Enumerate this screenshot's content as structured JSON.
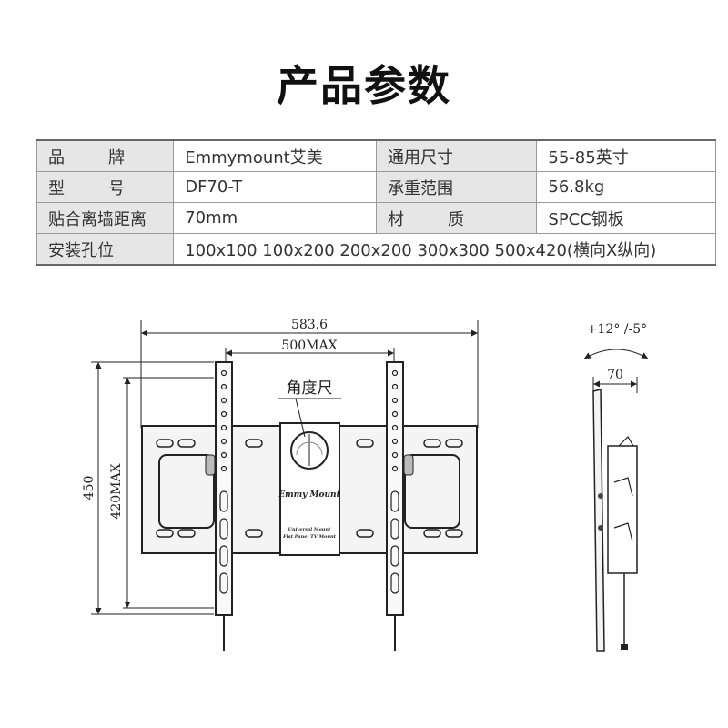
{
  "title": "产品参数",
  "specs": {
    "brand_label": [
      "品",
      "牌"
    ],
    "brand_value": "Emmymount艾美",
    "size_label": "通用尺寸",
    "size_value": "55-85英寸",
    "model_label": [
      "型",
      "号"
    ],
    "model_value": "DF70-T",
    "load_label": "承重范围",
    "load_value": "56.8kg",
    "wall_label": "贴合离墙距离",
    "wall_value": "70mm",
    "material_label": [
      "材",
      "质"
    ],
    "material_value": "SPCC钢板",
    "holes_label": "安装孔位",
    "holes_value": "100x100 100x200 200x200 300x300 500x420(横向X纵向)"
  },
  "drawing": {
    "width_overall": "583.6",
    "width_max": "500MAX",
    "height_overall": "450",
    "height_max": "420MAX",
    "angle_gauge_label": "角度尺",
    "tilt_label": "+12° /-5°",
    "depth": "70",
    "logo_text": "Emmy Mount",
    "plate_text_1": "Universal Mount",
    "plate_text_2": "Flat Panel TV Mount"
  },
  "colors": {
    "label_bg": "#e6e6e6",
    "line": "#222222"
  }
}
